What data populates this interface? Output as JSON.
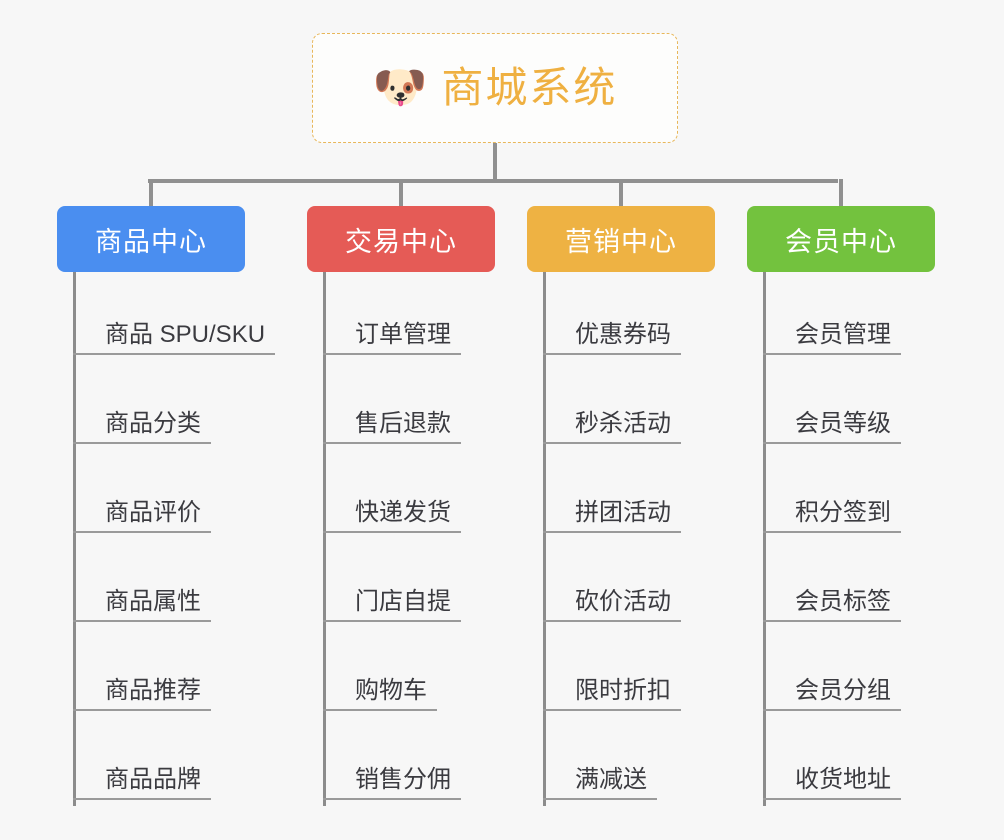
{
  "diagram": {
    "type": "org-chart",
    "title": "商城系统",
    "background_color": "#f7f7f7",
    "connector_color": "#909090"
  },
  "root": {
    "label": "商城系统",
    "icon": "dog-face-emoji",
    "emoji": "🐶",
    "border_color": "#e8b75a",
    "text_color": "#efb041"
  },
  "categories": [
    {
      "label": "商品中心",
      "color": "#4a8ef0",
      "items": [
        {
          "label": "商品 SPU/SKU"
        },
        {
          "label": "商品分类"
        },
        {
          "label": "商品评价"
        },
        {
          "label": "商品属性"
        },
        {
          "label": "商品推荐"
        },
        {
          "label": "商品品牌"
        }
      ]
    },
    {
      "label": "交易中心",
      "color": "#e55b56",
      "items": [
        {
          "label": "订单管理"
        },
        {
          "label": "售后退款"
        },
        {
          "label": "快递发货"
        },
        {
          "label": "门店自提"
        },
        {
          "label": "购物车"
        },
        {
          "label": "销售分佣"
        }
      ]
    },
    {
      "label": "营销中心",
      "color": "#eeb243",
      "items": [
        {
          "label": "优惠券码"
        },
        {
          "label": "秒杀活动"
        },
        {
          "label": "拼团活动"
        },
        {
          "label": "砍价活动"
        },
        {
          "label": "限时折扣"
        },
        {
          "label": "满减送"
        }
      ]
    },
    {
      "label": "会员中心",
      "color": "#73c23e",
      "items": [
        {
          "label": "会员管理"
        },
        {
          "label": "会员等级"
        },
        {
          "label": "积分签到"
        },
        {
          "label": "会员标签"
        },
        {
          "label": "会员分组"
        },
        {
          "label": "收货地址"
        }
      ]
    }
  ]
}
